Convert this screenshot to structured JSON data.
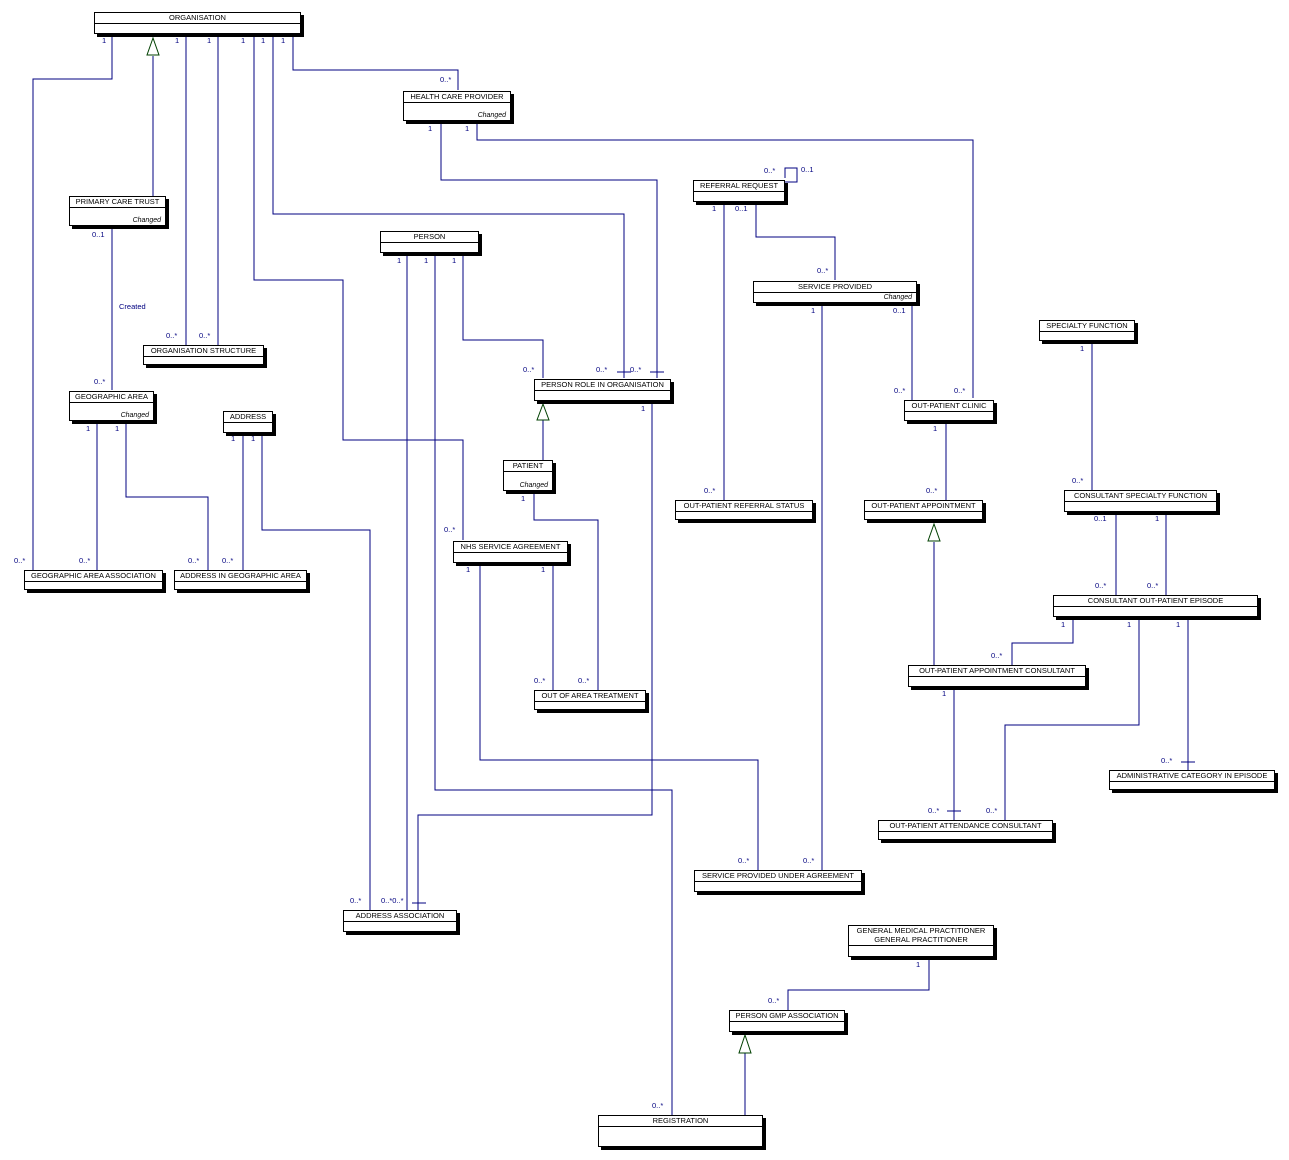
{
  "entities": {
    "organisation": {
      "name": "ORGANISATION"
    },
    "health_care_provider": {
      "name": "HEALTH CARE PROVIDER",
      "stereotype": "Changed"
    },
    "primary_care_trust": {
      "name": "PRIMARY CARE TRUST",
      "stereotype": "Changed"
    },
    "organisation_structure": {
      "name": "ORGANISATION STRUCTURE"
    },
    "geographic_area": {
      "name": "GEOGRAPHIC AREA",
      "stereotype": "Changed"
    },
    "address": {
      "name": "ADDRESS"
    },
    "geographic_area_association": {
      "name": "GEOGRAPHIC AREA ASSOCIATION"
    },
    "address_in_geographic_area": {
      "name": "ADDRESS IN GEOGRAPHIC AREA"
    },
    "person": {
      "name": "PERSON"
    },
    "person_role_in_organisation": {
      "name": "PERSON ROLE IN ORGANISATION"
    },
    "patient": {
      "name": "PATIENT",
      "stereotype": "Changed"
    },
    "nhs_service_agreement": {
      "name": "NHS SERVICE AGREEMENT"
    },
    "out_of_area_treatment": {
      "name": "OUT OF AREA TREATMENT"
    },
    "address_association": {
      "name": "ADDRESS ASSOCIATION"
    },
    "referral_request": {
      "name": "REFERRAL REQUEST"
    },
    "service_provided": {
      "name": "SERVICE PROVIDED",
      "stereotype": "Changed"
    },
    "out_patient_referral_status": {
      "name": "OUT-PATIENT REFERRAL STATUS"
    },
    "out_patient_clinic": {
      "name": "OUT-PATIENT CLINIC"
    },
    "out_patient_appointment": {
      "name": "OUT-PATIENT APPOINTMENT"
    },
    "specialty_function": {
      "name": "SPECIALTY FUNCTION"
    },
    "consultant_specialty_function": {
      "name": "CONSULTANT SPECIALTY FUNCTION"
    },
    "consultant_out_patient_episode": {
      "name": "CONSULTANT OUT-PATIENT EPISODE"
    },
    "out_patient_appointment_consultant": {
      "name": "OUT-PATIENT APPOINTMENT CONSULTANT"
    },
    "administrative_category_in_episode": {
      "name": "ADMINISTRATIVE CATEGORY IN EPISODE"
    },
    "out_patient_attendance_consultant": {
      "name": "OUT-PATIENT ATTENDANCE CONSULTANT"
    },
    "service_provided_under_agreement": {
      "name": "SERVICE PROVIDED UNDER AGREEMENT"
    },
    "general_medical_practitioner": {
      "name": "GENERAL MEDICAL PRACTITIONER",
      "name2": "GENERAL PRACTITIONER"
    },
    "person_gmp_association": {
      "name": "PERSON GMP ASSOCIATION"
    },
    "registration": {
      "name": "REGISTRATION"
    }
  },
  "multiplicities": {
    "one": "1",
    "zero_or_one": "0..1",
    "zero_or_many": "0..*",
    "zero_zero_many": "0..*0..*"
  },
  "relationship_labels": {
    "created": "Created"
  },
  "colors": {
    "line": "#000080",
    "box_border": "#000000",
    "label": "#000080"
  }
}
